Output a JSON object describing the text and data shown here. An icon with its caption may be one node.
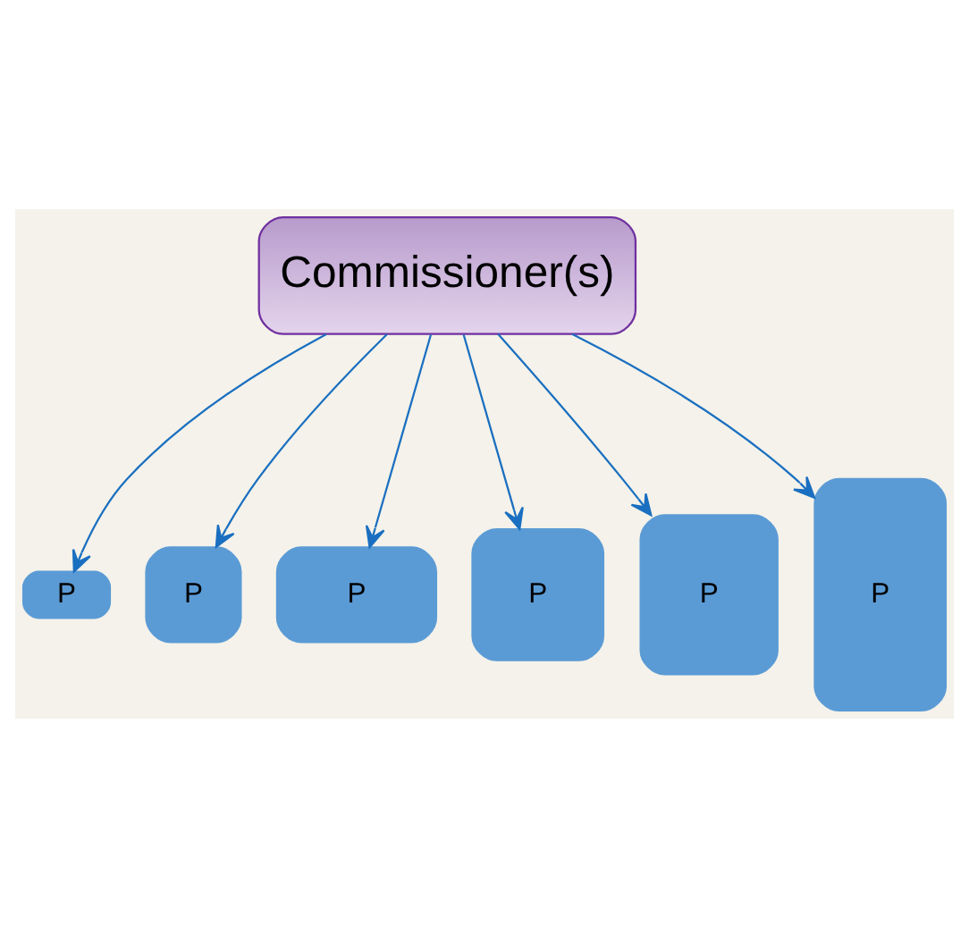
{
  "diagram": {
    "nodes": [
      {
        "text": [
          "Commissioner(s)"
        ]
      },
      {
        "text": [
          "P"
        ]
      },
      {
        "text": [
          "P"
        ]
      },
      {
        "text": [
          "P"
        ]
      },
      {
        "text": [
          "P"
        ]
      },
      {
        "text": [
          "P"
        ]
      },
      {
        "text": [
          "P"
        ]
      }
    ],
    "edges": [
      {
        "from": 0,
        "to": 1,
        "arrow": "to"
      },
      {
        "from": 0,
        "to": 2,
        "arrow": "to"
      },
      {
        "from": 0,
        "to": 3,
        "arrow": "to"
      },
      {
        "from": 0,
        "to": 4,
        "arrow": "to"
      },
      {
        "from": 0,
        "to": 5,
        "arrow": "to"
      },
      {
        "from": 0,
        "to": 6,
        "arrow": "to"
      }
    ]
  }
}
